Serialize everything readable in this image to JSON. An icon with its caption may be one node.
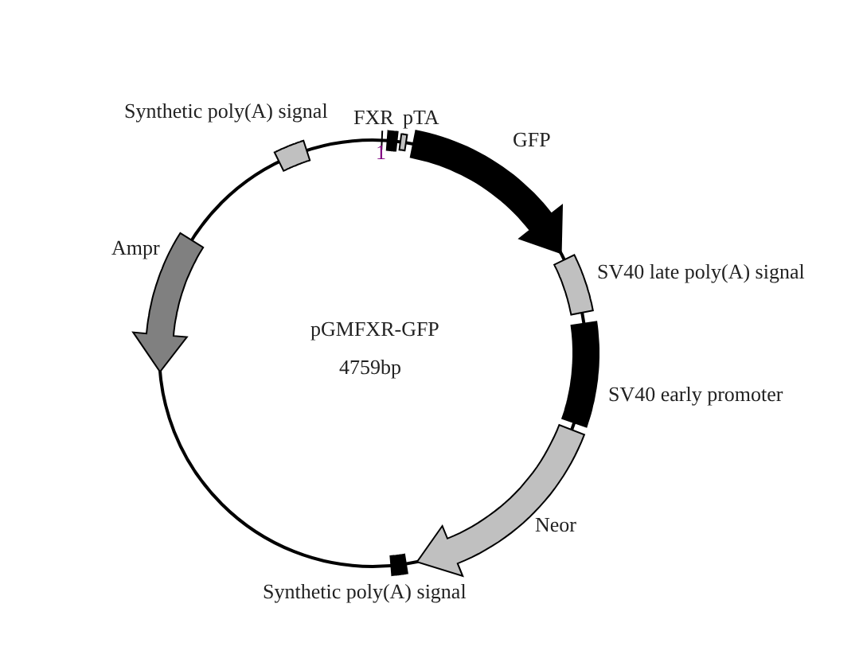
{
  "diagram": {
    "labels": [
      "FXR",
      "pTA",
      "Synthetic poly(A) signal",
      "1",
      "GFP",
      "Ampr",
      "SV40 late poly(A) signal",
      "pGMFXR-GFP",
      "4759bp",
      "SV40 early promoter",
      "Neor",
      "Synthetic poly(A) signal"
    ]
  }
}
